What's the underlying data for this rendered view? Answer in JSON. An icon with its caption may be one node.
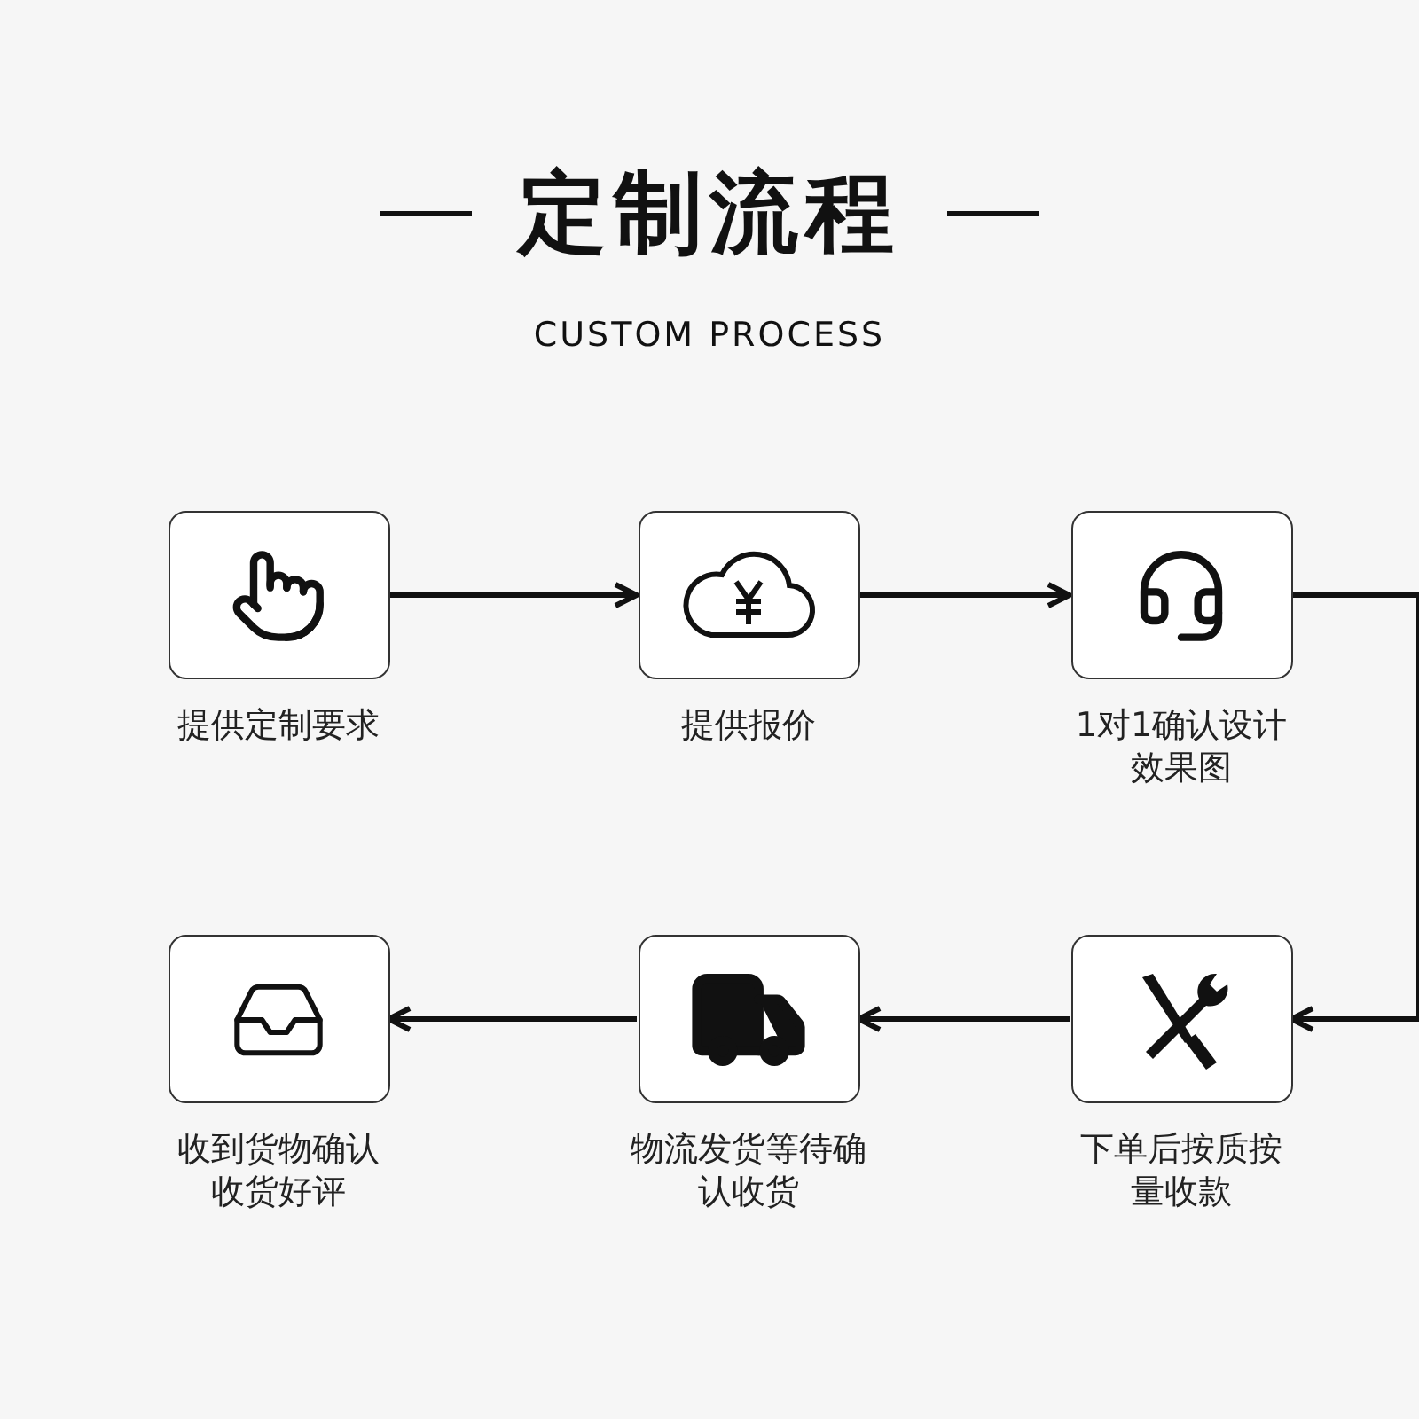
{
  "diagram": {
    "title": "定制流程",
    "caption": "CUSTOM PROCESS",
    "nodes": [
      {
        "text": [
          "提供定制要求"
        ]
      },
      {
        "text": [
          "提供报价"
        ]
      },
      {
        "text": [
          "1对1确认设计效果图"
        ]
      },
      {
        "text": [
          "收到货物确认收货好评"
        ]
      },
      {
        "text": [
          "物流发货等待确认收货"
        ]
      },
      {
        "text": [
          "下单后按质按量收款"
        ]
      }
    ],
    "edges": [
      {
        "from": 0,
        "to": 1,
        "arrow": "to"
      },
      {
        "from": 1,
        "to": 2,
        "arrow": "to"
      },
      {
        "from": 2,
        "to": 5,
        "arrow": "to"
      },
      {
        "from": 5,
        "to": 4,
        "arrow": "to"
      },
      {
        "from": 4,
        "to": 3,
        "arrow": "to"
      }
    ]
  }
}
